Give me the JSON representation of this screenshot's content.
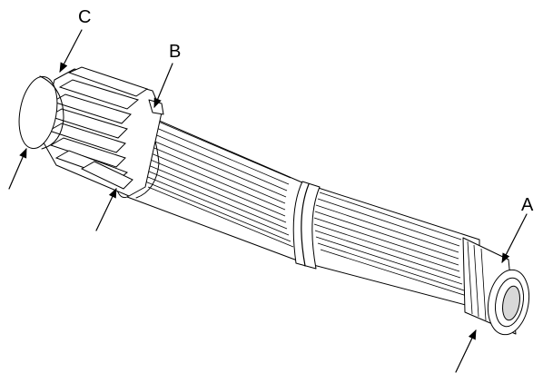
{
  "diagram": {
    "labels": {
      "a": "A",
      "b": "B",
      "c": "C"
    },
    "colors": {
      "ink": "#000000",
      "paper": "#ffffff",
      "shade": "#d8d8d8"
    }
  }
}
